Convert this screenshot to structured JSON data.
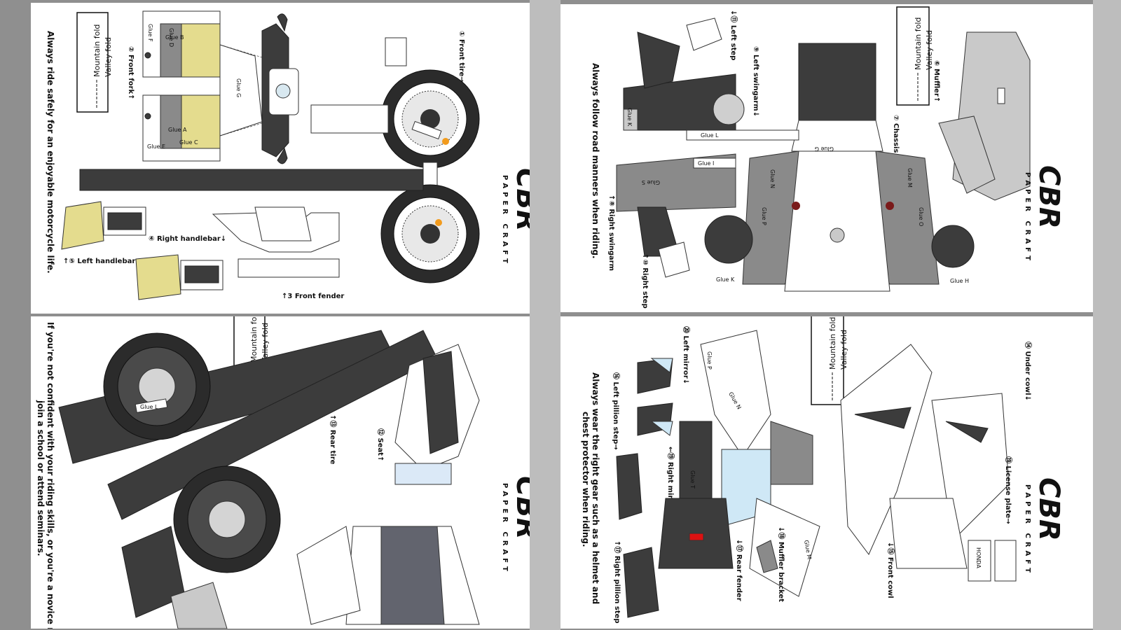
{
  "legend": {
    "mountain": "Mountain fold",
    "valley": "Valley fold"
  },
  "logo": {
    "mark": "CBR",
    "sub": "PAPER CRAFT"
  },
  "sheet1": {
    "note": "Always ride safely for an enjoyable motorcycle life.",
    "parts": {
      "front_tire": "① Front tire→",
      "front_fork": "② Front fork↑",
      "front_fender": "↑3 Front fender",
      "right_handlebar": "④ Right handlebar↓",
      "left_handlebar": "↑⑤ Left handlebar"
    },
    "glue": {
      "a": "Glue A",
      "b": "Glue B",
      "c": "Glue C",
      "d": "Glue D",
      "e": "Glue E",
      "f": "Glue F",
      "g": "Glue G"
    }
  },
  "sheet2": {
    "note": "If you're not confident with your riding skills, or you're a novice rider,",
    "note2": "join a school or attend seminars.",
    "parts": {
      "rear_tire": "↑⑬ Rear tire",
      "seat": "⑫ Seat↑"
    },
    "glue": {
      "l": "Glue L"
    }
  },
  "sheet3": {
    "note": "Always follow road manners when riding.",
    "parts": {
      "muffler": "⑥ Muffler↑",
      "chassis": "⑦ Chassis↓",
      "left_swingarm": "⑨ Left swingarm↓",
      "left_step": "↓⑪ Left step",
      "right_swingarm": "↑⑧ Right swingarm",
      "right_step": "↑⑩ Right step"
    },
    "glue": {
      "g": "Glue G",
      "h": "Glue H",
      "i": "Glue I",
      "k": "Glue K",
      "l": "Glue L",
      "m": "Glue M",
      "n": "Glue N",
      "o": "Glue O",
      "p": "Glue P",
      "s": "Glue S"
    }
  },
  "sheet4": {
    "note": "Always wear the right gear such as a helmet and",
    "note2": "chest protector when riding.",
    "parts": {
      "under_cowl": "⑭ Under cowl↓",
      "license_plate": "⑲ License plate→",
      "front_cowl": "↓⑮ Front cowl",
      "muffler_bracket": "↓⑱ Muffler bracket",
      "rear_fender": "↓⑰ Rear fender",
      "left_mirror": "⑳ Left mirror↓",
      "right_mirror": "←⑲ Right mirror",
      "left_pillion_step": "⑯ Left pillion step→",
      "right_pillion_step": "↑⑰ Right pillion step"
    },
    "glue": {
      "m": "Glue M",
      "n": "Glue N",
      "p": "Glue P",
      "t": "Glue T"
    },
    "brand": "HONDA"
  }
}
